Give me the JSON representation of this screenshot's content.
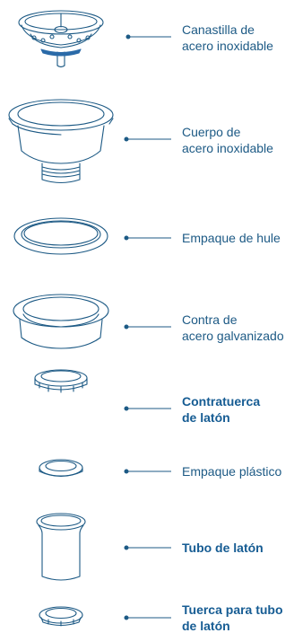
{
  "colors": {
    "line": "#1d5a85",
    "label": "#1d5a85",
    "label_bold": "#165c93",
    "accent_blue": "#2a6aa8"
  },
  "parts": [
    {
      "name": "canastilla",
      "lines": [
        "Canastilla de",
        "acero inoxidable"
      ],
      "bold": false
    },
    {
      "name": "cuerpo",
      "lines": [
        "Cuerpo de",
        "acero inoxidable"
      ],
      "bold": false
    },
    {
      "name": "empaque-hule",
      "lines": [
        "Empaque de hule"
      ],
      "bold": false
    },
    {
      "name": "contra",
      "lines": [
        "Contra de",
        "acero galvanizado"
      ],
      "bold": false
    },
    {
      "name": "contratuerca",
      "lines": [
        "Contratuerca",
        "de latón"
      ],
      "bold": true
    },
    {
      "name": "empaque-plastico",
      "lines": [
        "Empaque plástico"
      ],
      "bold": false
    },
    {
      "name": "tubo",
      "lines": [
        "Tubo de latón"
      ],
      "bold": true
    },
    {
      "name": "tuerca",
      "lines": [
        "Tuerca para tubo",
        "de latón"
      ],
      "bold": true
    }
  ]
}
